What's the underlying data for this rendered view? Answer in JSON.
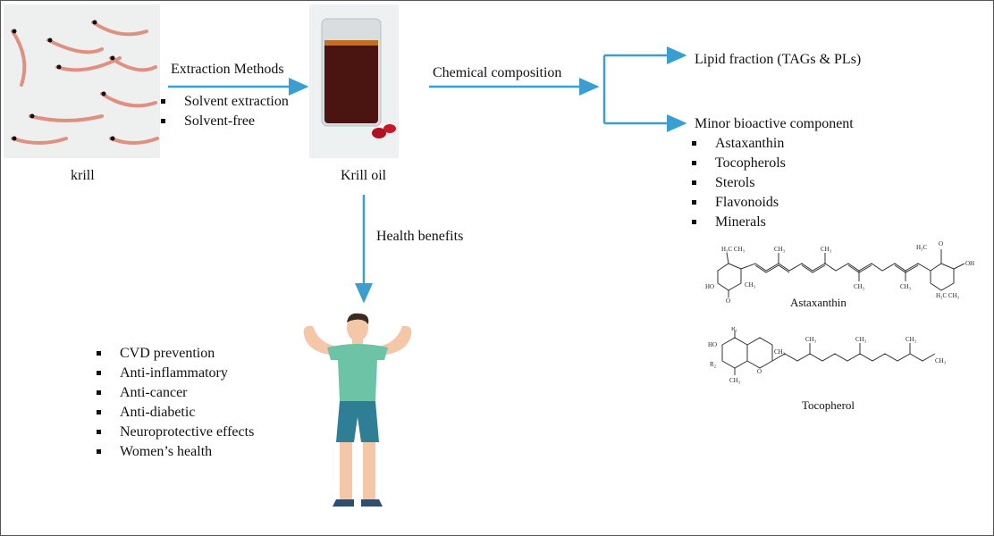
{
  "nodes": {
    "krill_label": "krill",
    "krill_oil_label": "Krill oil",
    "lipid_fraction": "Lipid fraction (TAGs & PLs)",
    "minor_bioactive": "Minor bioactive component"
  },
  "edges": {
    "extraction_methods": "Extraction Methods",
    "chemical_composition": "Chemical composition",
    "health_benefits": "Health benefits"
  },
  "extraction_list": [
    "Solvent extraction",
    "Solvent-free"
  ],
  "minor_list": [
    "Astaxanthin",
    "Tocopherols",
    "Sterols",
    "Flavonoids",
    "Minerals"
  ],
  "health_list": [
    "CVD prevention",
    "Anti-inflammatory",
    "Anti-cancer",
    "Anti-diabetic",
    "Neuroprotective effects",
    "Women’s health"
  ],
  "structures": {
    "astaxanthin_caption": "Astaxanthin",
    "tocopherol_caption": "Tocopherol"
  },
  "colors": {
    "arrow": "#3a9fd0",
    "oil": "#4a1410",
    "shirt": "#6cc3a6",
    "shorts": "#2e7f95"
  }
}
